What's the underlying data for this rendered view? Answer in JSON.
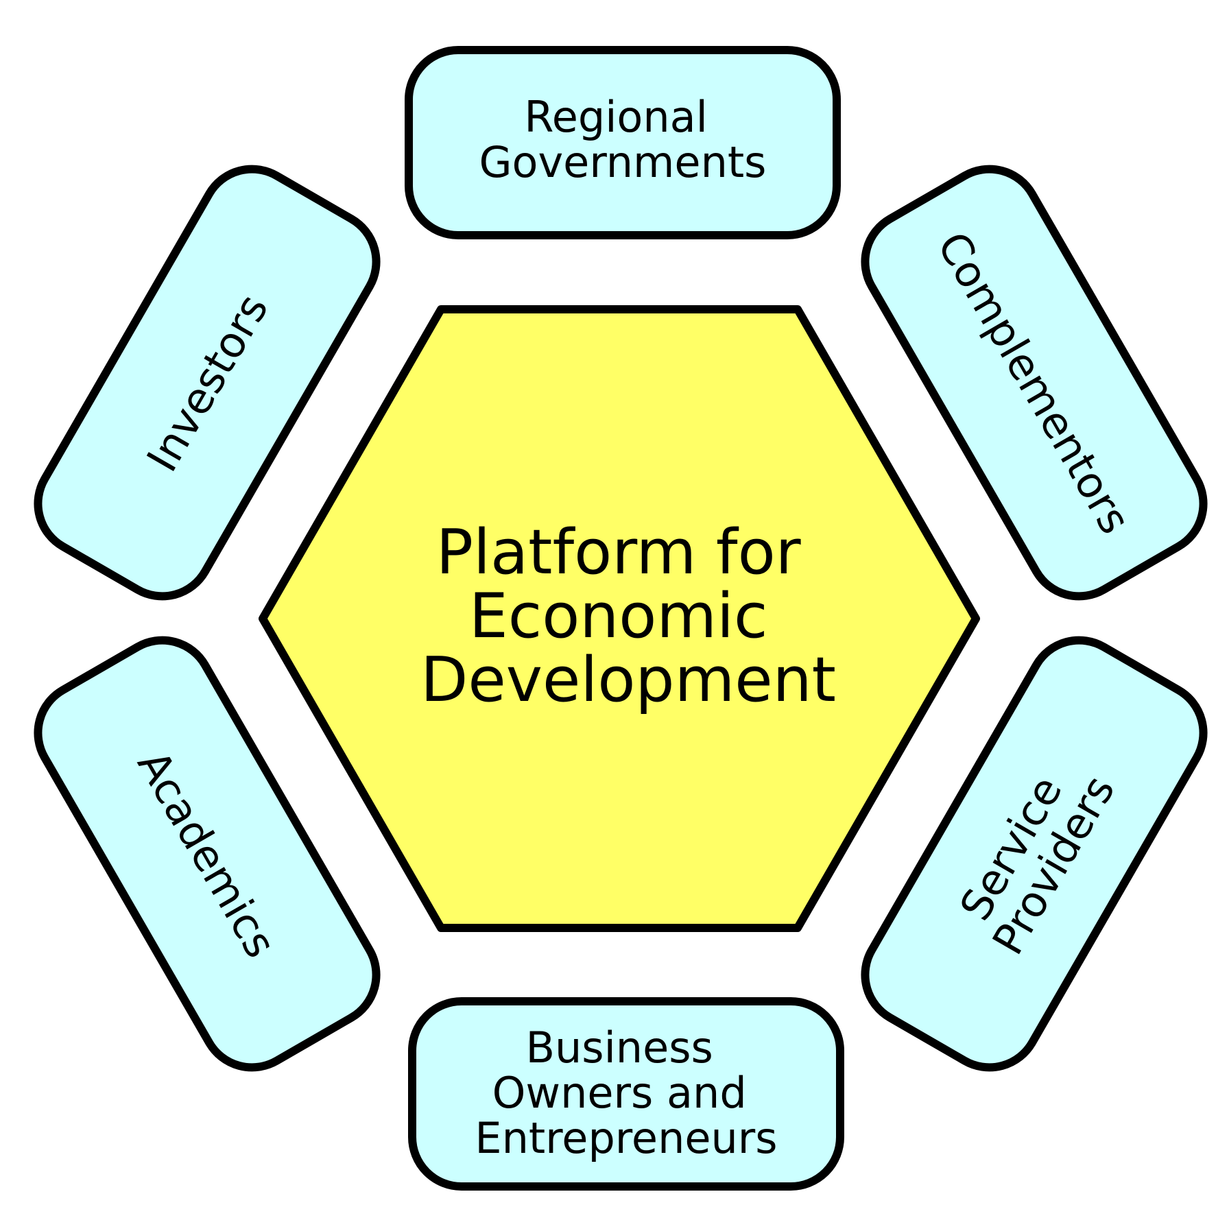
{
  "colors": {
    "hub_fill": "#ffff66",
    "node_fill": "#ccffff",
    "stroke": "#000000",
    "text": "#000000",
    "background": "#ffffff"
  },
  "hub": {
    "lines": [
      "Platform for",
      "Economic",
      "Development"
    ]
  },
  "stakeholders": {
    "regional_governments": [
      "Regional",
      "Governments"
    ],
    "complementors": [
      "Complementors"
    ],
    "service_providers": [
      "Service",
      "Providers"
    ],
    "business_owners": [
      "Business",
      "Owners and",
      "Entrepreneurs"
    ],
    "academics": [
      "Academics"
    ],
    "investors": [
      "Investors"
    ]
  }
}
